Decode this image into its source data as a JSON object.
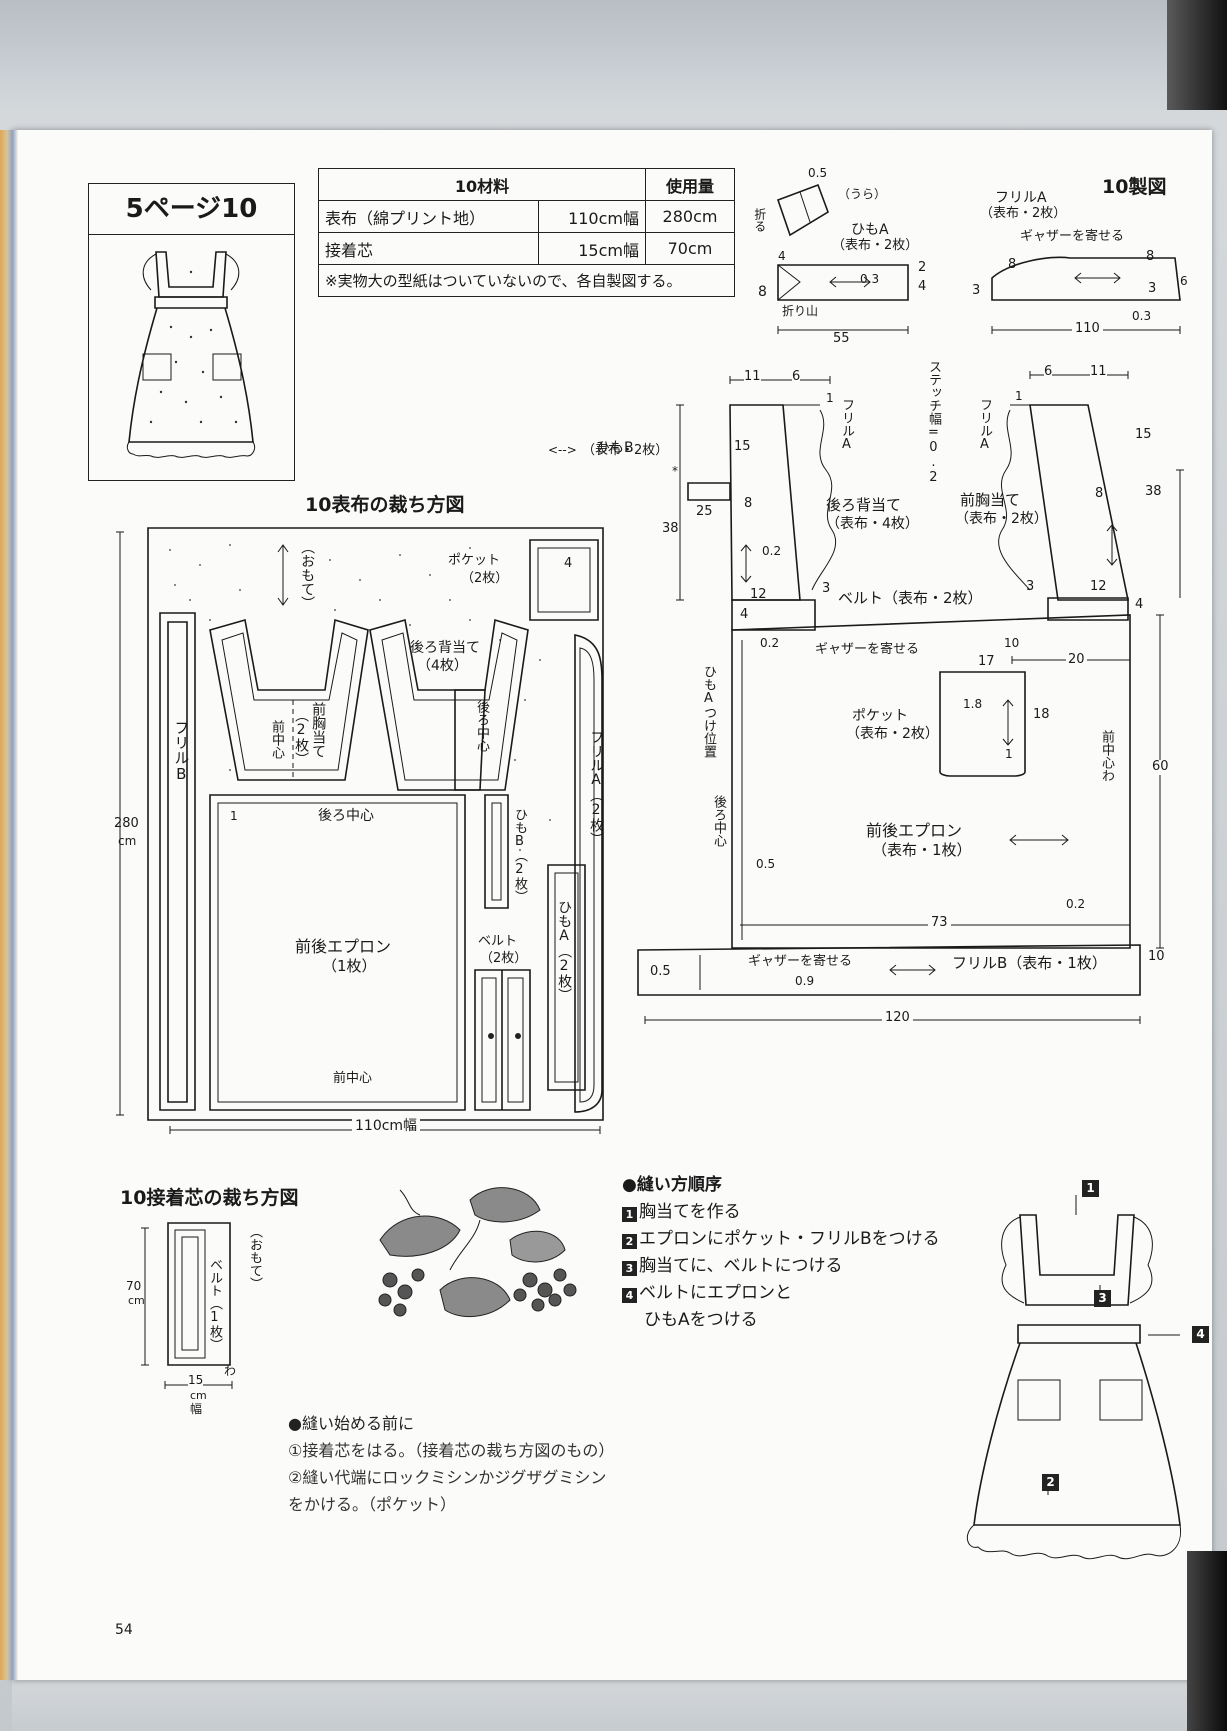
{
  "page_ref": "5ページ10",
  "materials": {
    "title": "10材料",
    "usage_header": "使用量",
    "rows": [
      {
        "name": "表布（綿プリント地）",
        "width": "110cm幅",
        "usage": "280cm"
      },
      {
        "name": "接着芯",
        "width": "15cm幅",
        "usage": "70cm"
      }
    ],
    "note": "※実物大の型紙はついていないので、各自製図する。"
  },
  "drafting_title": "10製図",
  "fabric_layout": {
    "title": "10表布の裁ち方図",
    "labels": {
      "omote": "（おもて）",
      "pocket": "ポケット",
      "pocket_count": "（2枚）",
      "back_bib": "後ろ背当て",
      "back_bib_count": "（4枚）",
      "front_bib": "前胸当て",
      "front_bib_count": "（2枚）",
      "front_center": "前中心",
      "back_center": "後ろ中心",
      "ruffle_b": "フリルB",
      "ruffle_a": "フリルA（2枚）",
      "tie_b": "ひもB（2枚）",
      "tie_a": "ひもA（2枚）",
      "belt": "ベルト",
      "belt_count": "（2枚）",
      "apron": "前後エプロン",
      "apron_count": "（1枚）",
      "front_center_bottom": "前中心",
      "length": "280",
      "length_unit": "cm",
      "width": "110cm幅",
      "one": "1",
      "four": "4"
    }
  },
  "interfacing_layout": {
    "title": "10接着芯の裁ち方図",
    "belt": "ベルト（1枚）",
    "omote": "（おもて）",
    "length": "70",
    "length_unit": "cm",
    "width": "15",
    "width_unit": "cm",
    "width_suffix": "幅",
    "fold": "わ"
  },
  "draft": {
    "fold_note": "（うら）",
    "fold": "折る",
    "fold_mountain": "折り山",
    "tie_a": "ひもA",
    "tie_a_count": "（表布・2枚）",
    "ruffle_a": "フリルA",
    "ruffle_a_count": "（表布・2枚）",
    "gather_to": "ギャザーを寄せる",
    "tie_b": "ひもB",
    "tie_b_count": "（表布・2枚）",
    "stitch_width": "ステッチ幅=0.2",
    "back_bib": "後ろ背当て",
    "back_bib_count": "（表布・4枚）",
    "front_bib": "前胸当て",
    "front_bib_count": "（表布・2枚）",
    "belt": "ベルト（表布・2枚）",
    "gather_to_2": "ギャザーを寄せる",
    "tie_a_position": "ひもAつけ位置",
    "pocket": "ポケット",
    "pocket_count": "（表布・2枚）",
    "back_center": "後ろ中心",
    "front_center_fold": "前中心わ",
    "apron": "前後エプロン",
    "apron_count": "（表布・1枚）",
    "ruffle_b": "フリルB（表布・1枚）",
    "gather_to_3": "ギャザーを寄せる",
    "ruffle_vertical": "フリルA",
    "dims": {
      "d05": "0.5",
      "d55": "55",
      "d4": "4",
      "d8": "8",
      "d03": "0.3",
      "d2": "2",
      "d3": "3",
      "d110": "110",
      "d6": "6",
      "d11": "11",
      "d1": "1",
      "d15": "15",
      "d25": "25",
      "d38": "38",
      "d02": "0.2",
      "d12": "12",
      "d10": "10",
      "d17": "17",
      "d20": "20",
      "d18": "18",
      "d60": "60",
      "d73": "73",
      "d120": "120",
      "d09": "0.9",
      "d18b": "1.8",
      "star": "*"
    }
  },
  "sewing_order": {
    "title": "●縫い方順序",
    "steps": [
      {
        "num": "1",
        "text": "胸当てを作る"
      },
      {
        "num": "2",
        "text": "エプロンにポケット・フリルBをつける"
      },
      {
        "num": "3",
        "text": "胸当てに、ベルトにつける"
      },
      {
        "num": "4",
        "text": "ベルトにエプロンと"
      },
      {
        "num": "",
        "text": "ひもAをつける"
      }
    ]
  },
  "before_sewing": {
    "title": "●縫い始める前に",
    "lines": [
      "①接着芯をはる。（接着芯の裁ち方図のもの）",
      "②縫い代端にロックミシンかジグザグミシン",
      "をかける。（ポケット）"
    ]
  },
  "step_tags": [
    "1",
    "3",
    "4",
    "2"
  ],
  "page_number": "54"
}
